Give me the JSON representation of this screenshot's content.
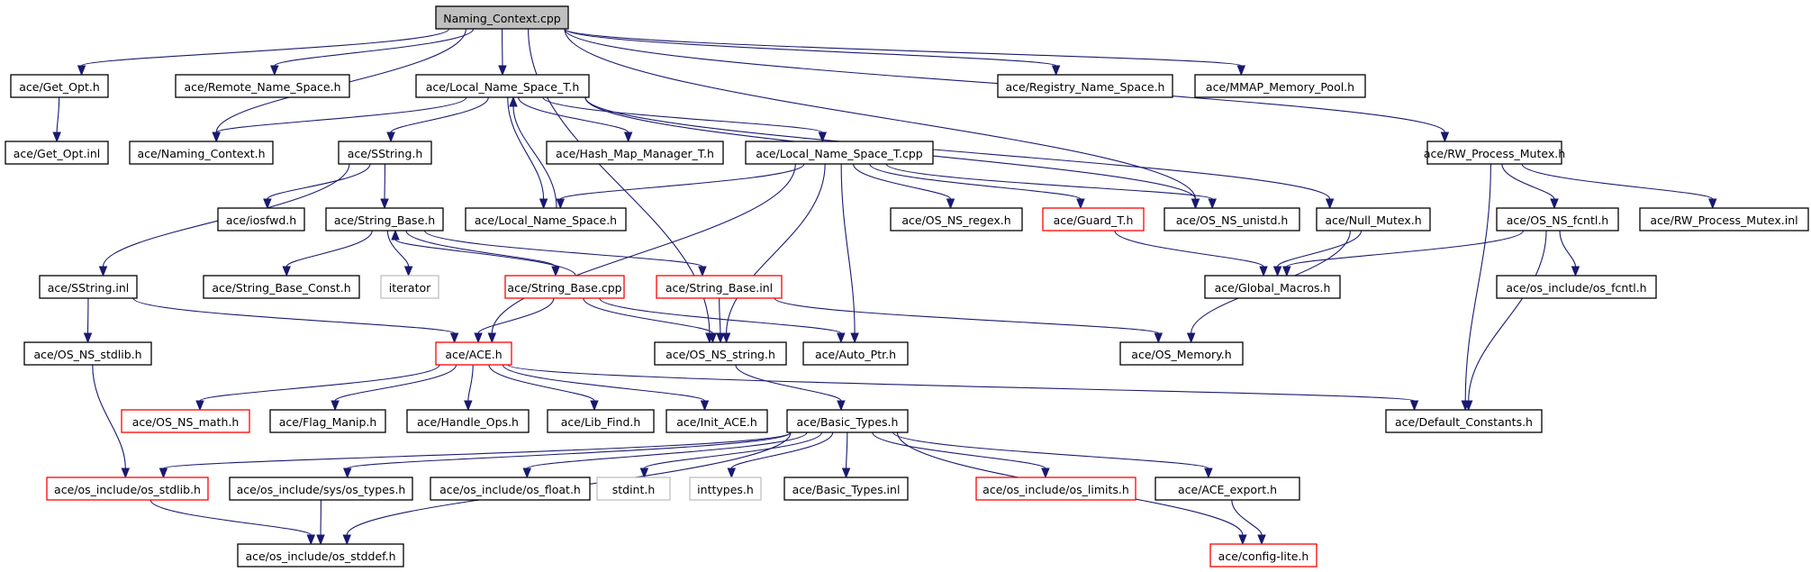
{
  "title": "Naming_Context.cpp include dependency graph",
  "colors": {
    "edge": "#191970",
    "border_default": "#000000",
    "border_truncated": "#ff0000",
    "border_external": "#bfbfbf",
    "root_fill": "#bfbfbf"
  },
  "nodes": [
    {
      "id": "n0",
      "label": "Naming_Context.cpp",
      "style": "root"
    },
    {
      "id": "n1",
      "label": "ace/Get_Opt.h",
      "style": "default"
    },
    {
      "id": "n2",
      "label": "ace/Remote_Name_Space.h",
      "style": "default"
    },
    {
      "id": "n3",
      "label": "ace/Local_Name_Space_T.h",
      "style": "default"
    },
    {
      "id": "n4",
      "label": "ace/Registry_Name_Space.h",
      "style": "default"
    },
    {
      "id": "n5",
      "label": "ace/MMAP_Memory_Pool.h",
      "style": "default"
    },
    {
      "id": "n6",
      "label": "ace/Get_Opt.inl",
      "style": "default"
    },
    {
      "id": "n7",
      "label": "ace/Naming_Context.h",
      "style": "default"
    },
    {
      "id": "n8",
      "label": "ace/SString.h",
      "style": "default"
    },
    {
      "id": "n9",
      "label": "ace/Hash_Map_Manager_T.h",
      "style": "default"
    },
    {
      "id": "n10",
      "label": "ace/Local_Name_Space_T.cpp",
      "style": "default"
    },
    {
      "id": "n11",
      "label": "ace/RW_Process_Mutex.h",
      "style": "default"
    },
    {
      "id": "n12",
      "label": "ace/iosfwd.h",
      "style": "default"
    },
    {
      "id": "n13",
      "label": "ace/String_Base.h",
      "style": "default"
    },
    {
      "id": "n14",
      "label": "ace/Local_Name_Space.h",
      "style": "default"
    },
    {
      "id": "n15",
      "label": "ace/OS_NS_regex.h",
      "style": "default"
    },
    {
      "id": "n16",
      "label": "ace/Guard_T.h",
      "style": "red"
    },
    {
      "id": "n17",
      "label": "ace/OS_NS_unistd.h",
      "style": "default"
    },
    {
      "id": "n18",
      "label": "ace/Null_Mutex.h",
      "style": "default"
    },
    {
      "id": "n19",
      "label": "ace/OS_NS_fcntl.h",
      "style": "default"
    },
    {
      "id": "n20",
      "label": "ace/RW_Process_Mutex.inl",
      "style": "default"
    },
    {
      "id": "n21",
      "label": "ace/SString.inl",
      "style": "default"
    },
    {
      "id": "n22",
      "label": "ace/String_Base_Const.h",
      "style": "default"
    },
    {
      "id": "n23",
      "label": "iterator",
      "style": "gray"
    },
    {
      "id": "n24",
      "label": "ace/String_Base.cpp",
      "style": "red"
    },
    {
      "id": "n25",
      "label": "ace/String_Base.inl",
      "style": "red"
    },
    {
      "id": "n26",
      "label": "ace/Global_Macros.h",
      "style": "default"
    },
    {
      "id": "n27",
      "label": "ace/os_include/os_fcntl.h",
      "style": "default"
    },
    {
      "id": "n28",
      "label": "ace/OS_NS_stdlib.h",
      "style": "default"
    },
    {
      "id": "n29",
      "label": "ace/ACE.h",
      "style": "red"
    },
    {
      "id": "n30",
      "label": "ace/OS_NS_string.h",
      "style": "default"
    },
    {
      "id": "n31",
      "label": "ace/Auto_Ptr.h",
      "style": "default"
    },
    {
      "id": "n32",
      "label": "ace/OS_Memory.h",
      "style": "default"
    },
    {
      "id": "n33",
      "label": "ace/OS_NS_math.h",
      "style": "red"
    },
    {
      "id": "n34",
      "label": "ace/Flag_Manip.h",
      "style": "default"
    },
    {
      "id": "n35",
      "label": "ace/Handle_Ops.h",
      "style": "default"
    },
    {
      "id": "n36",
      "label": "ace/Lib_Find.h",
      "style": "default"
    },
    {
      "id": "n37",
      "label": "ace/Init_ACE.h",
      "style": "default"
    },
    {
      "id": "n38",
      "label": "ace/Basic_Types.h",
      "style": "default"
    },
    {
      "id": "n39",
      "label": "ace/Default_Constants.h",
      "style": "default"
    },
    {
      "id": "n40",
      "label": "ace/os_include/os_stdlib.h",
      "style": "red"
    },
    {
      "id": "n41",
      "label": "ace/os_include/sys/os_types.h",
      "style": "default"
    },
    {
      "id": "n42",
      "label": "ace/os_include/os_float.h",
      "style": "default"
    },
    {
      "id": "n43",
      "label": "stdint.h",
      "style": "gray"
    },
    {
      "id": "n44",
      "label": "inttypes.h",
      "style": "gray"
    },
    {
      "id": "n45",
      "label": "ace/Basic_Types.inl",
      "style": "default"
    },
    {
      "id": "n46",
      "label": "ace/os_include/os_limits.h",
      "style": "red"
    },
    {
      "id": "n47",
      "label": "ace/ACE_export.h",
      "style": "default"
    },
    {
      "id": "n48",
      "label": "ace/os_include/os_stddef.h",
      "style": "default"
    },
    {
      "id": "n49",
      "label": "ace/config-lite.h",
      "style": "red"
    }
  ],
  "edges": [
    [
      "n0",
      "n1"
    ],
    [
      "n0",
      "n2"
    ],
    [
      "n0",
      "n3"
    ],
    [
      "n0",
      "n4"
    ],
    [
      "n0",
      "n5"
    ],
    [
      "n0",
      "n7"
    ],
    [
      "n0",
      "n11"
    ],
    [
      "n0",
      "n17"
    ],
    [
      "n0",
      "n30"
    ],
    [
      "n1",
      "n6"
    ],
    [
      "n3",
      "n7"
    ],
    [
      "n3",
      "n8"
    ],
    [
      "n3",
      "n9"
    ],
    [
      "n3",
      "n10"
    ],
    [
      "n3",
      "n14"
    ],
    [
      "n3",
      "n17"
    ],
    [
      "n3",
      "n18"
    ],
    [
      "n14",
      "n3"
    ],
    [
      "n8",
      "n12"
    ],
    [
      "n8",
      "n13"
    ],
    [
      "n8",
      "n21"
    ],
    [
      "n10",
      "n14"
    ],
    [
      "n10",
      "n15"
    ],
    [
      "n10",
      "n16"
    ],
    [
      "n10",
      "n17"
    ],
    [
      "n10",
      "n29"
    ],
    [
      "n10",
      "n30"
    ],
    [
      "n10",
      "n31"
    ],
    [
      "n13",
      "n22"
    ],
    [
      "n13",
      "n23"
    ],
    [
      "n13",
      "n24"
    ],
    [
      "n13",
      "n25"
    ],
    [
      "n24",
      "n13"
    ],
    [
      "n24",
      "n29"
    ],
    [
      "n24",
      "n30"
    ],
    [
      "n24",
      "n31"
    ],
    [
      "n25",
      "n30"
    ],
    [
      "n25",
      "n32"
    ],
    [
      "n16",
      "n26"
    ],
    [
      "n18",
      "n26"
    ],
    [
      "n18",
      "n32"
    ],
    [
      "n11",
      "n19"
    ],
    [
      "n11",
      "n20"
    ],
    [
      "n11",
      "n39"
    ],
    [
      "n19",
      "n26"
    ],
    [
      "n19",
      "n27"
    ],
    [
      "n19",
      "n39"
    ],
    [
      "n21",
      "n28"
    ],
    [
      "n21",
      "n29"
    ],
    [
      "n28",
      "n40"
    ],
    [
      "n29",
      "n33"
    ],
    [
      "n29",
      "n34"
    ],
    [
      "n29",
      "n35"
    ],
    [
      "n29",
      "n36"
    ],
    [
      "n29",
      "n37"
    ],
    [
      "n29",
      "n39"
    ],
    [
      "n30",
      "n38"
    ],
    [
      "n38",
      "n40"
    ],
    [
      "n38",
      "n41"
    ],
    [
      "n38",
      "n42"
    ],
    [
      "n38",
      "n43"
    ],
    [
      "n38",
      "n44"
    ],
    [
      "n38",
      "n45"
    ],
    [
      "n38",
      "n46"
    ],
    [
      "n38",
      "n47"
    ],
    [
      "n38",
      "n48"
    ],
    [
      "n38",
      "n49"
    ],
    [
      "n40",
      "n48"
    ],
    [
      "n41",
      "n48"
    ],
    [
      "n47",
      "n49"
    ]
  ]
}
